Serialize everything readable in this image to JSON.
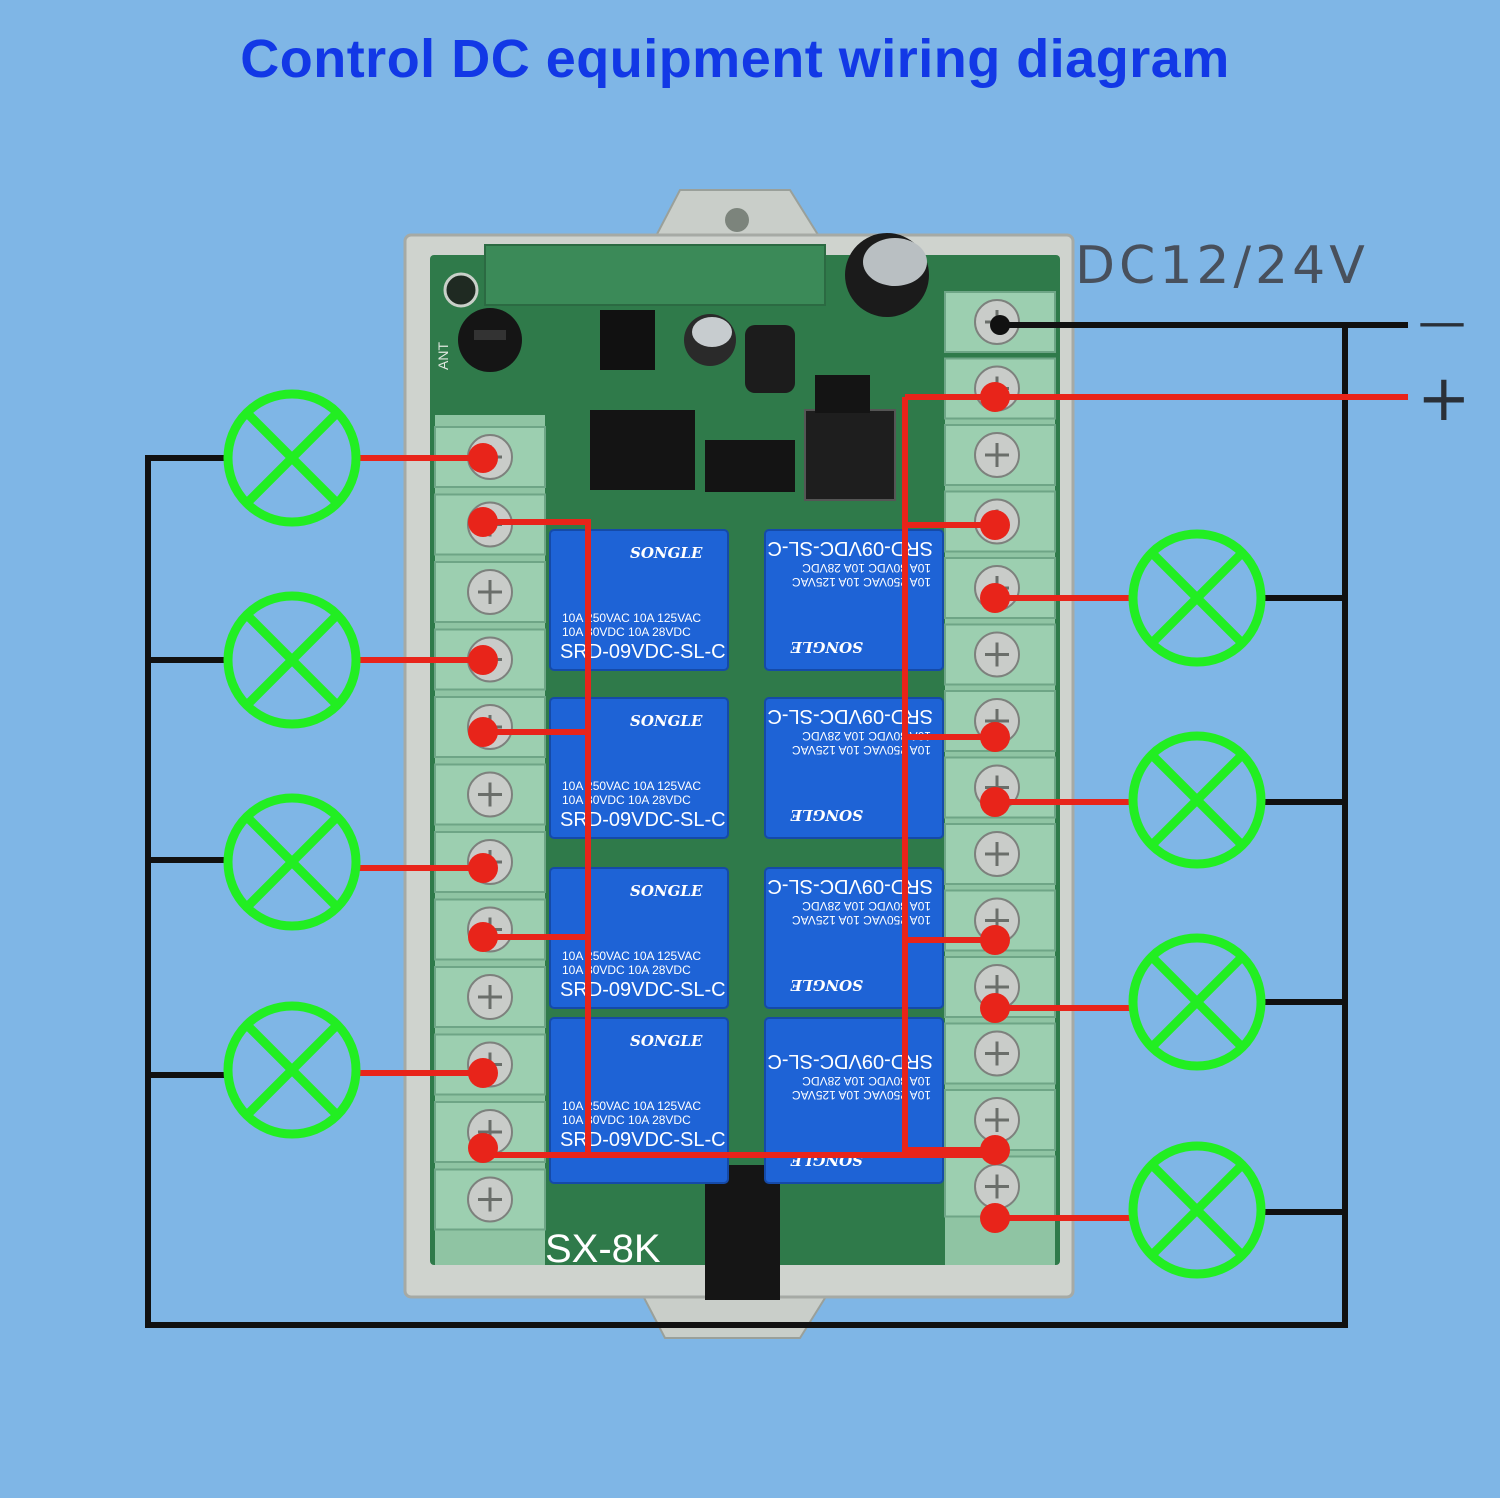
{
  "title": "Control DC equipment wiring diagram",
  "power": {
    "label": "DC12/24V",
    "negative_symbol": "—",
    "positive_symbol": "+"
  },
  "board": {
    "model": "SX-8K",
    "antenna_label": "ANT",
    "relays": [
      {
        "brand": "SONGLE",
        "model": "SRD-09VDC-SL-C",
        "rating_a": "10A 250VAC 10A 125VAC",
        "rating_b": "10A 30VDC 10A 28VDC"
      },
      {
        "brand": "SONGLE",
        "model": "SRD-09VDC-SL-C",
        "rating_a": "10A 250VAC 10A 125VAC",
        "rating_b": "10A 30VDC 10A 28VDC"
      },
      {
        "brand": "SONGLE",
        "model": "SRD-09VDC-SL-C",
        "rating_a": "10A 250VAC 10A 125VAC",
        "rating_b": "10A 30VDC 10A 28VDC"
      },
      {
        "brand": "SONGLE",
        "model": "SRD-09VDC-SL-C",
        "rating_a": "10A 250VAC 10A 125VAC",
        "rating_b": "10A 30VDC 10A 28VDC"
      },
      {
        "brand": "SONGLE",
        "model": "SRD-09VDC-SL-C",
        "rating_a": "10A 250VAC 10A 125VAC",
        "rating_b": "10A 30VDC 10A 28VDC"
      },
      {
        "brand": "SONGLE",
        "model": "SRD-09VDC-SL-C",
        "rating_a": "10A 250VAC 10A 125VAC",
        "rating_b": "10A 30VDC 10A 28VDC"
      },
      {
        "brand": "SONGLE",
        "model": "SRD-09VDC-SL-C",
        "rating_a": "10A 250VAC 10A 125VAC",
        "rating_b": "10A 30VDC 10A 28VDC"
      },
      {
        "brand": "SONGLE",
        "model": "SRD-09VDC-SL-C",
        "rating_a": "10A 250VAC 10A 125VAC",
        "rating_b": "10A 30VDC 10A 28VDC"
      }
    ]
  },
  "colors": {
    "background": "#7fb6e6",
    "title": "#1238e6",
    "pcb": "#2f7a4a",
    "relay": "#1e63d6",
    "terminal": "#8fc4a3",
    "lamp": "#22ee22",
    "wire_positive": "#e8241a",
    "wire_negative": "#111111"
  }
}
